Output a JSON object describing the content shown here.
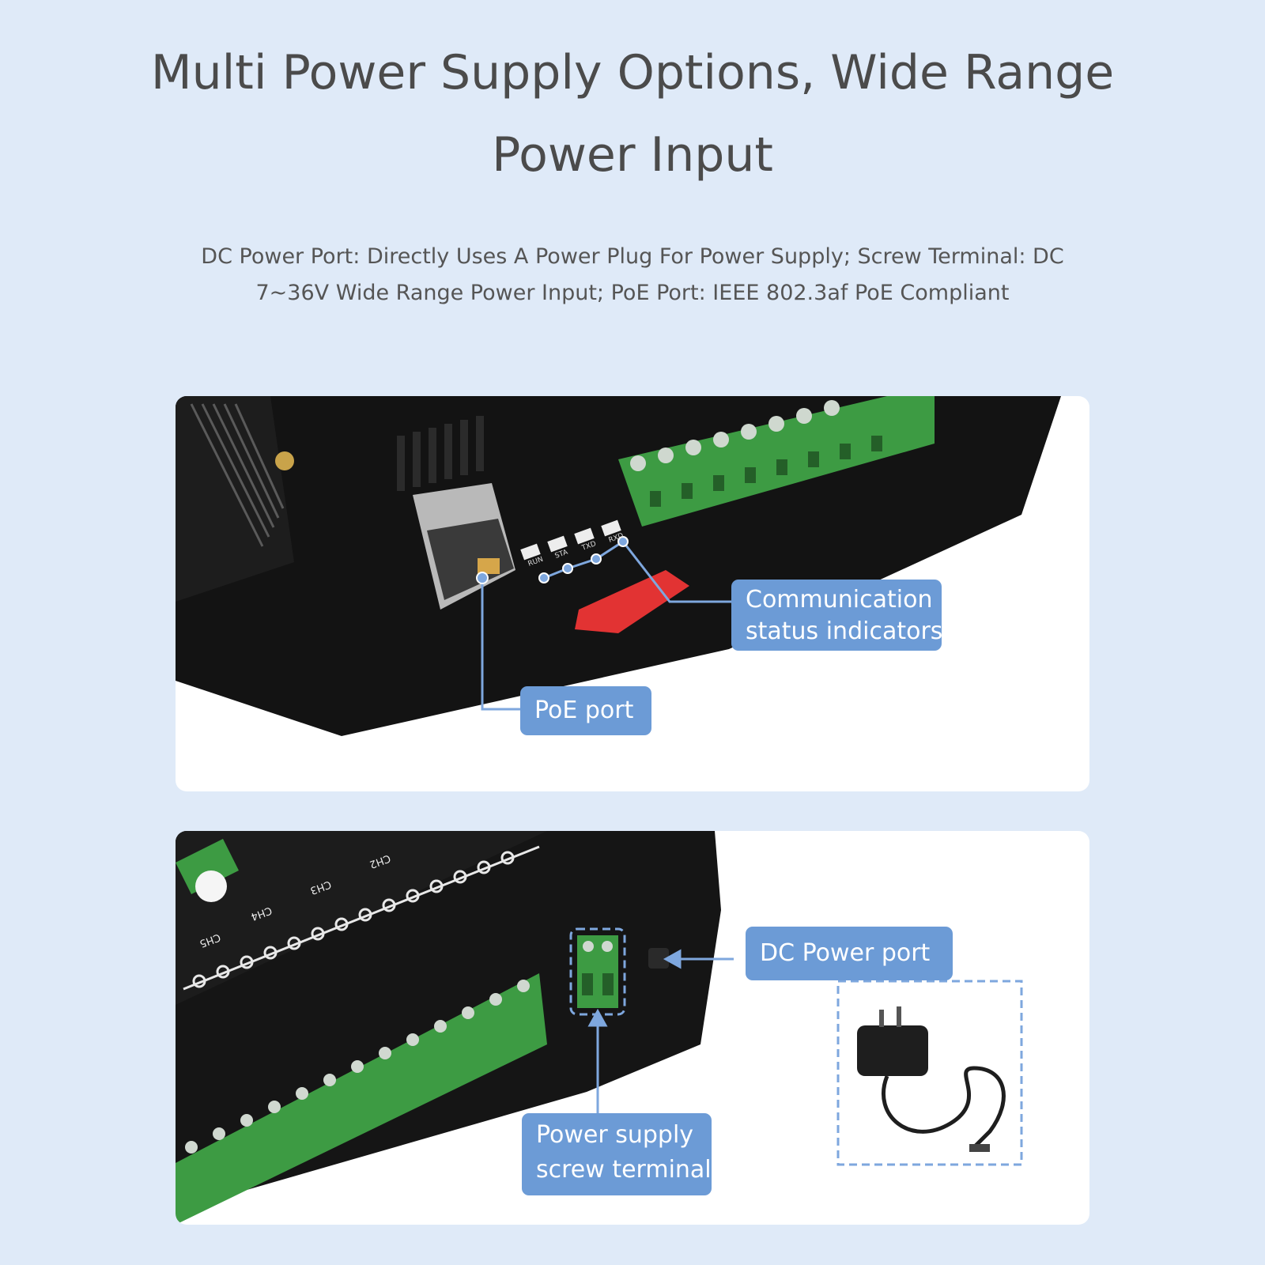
{
  "header": {
    "title_line1": "Multi Power Supply Options, Wide Range",
    "title_line2": "Power Input",
    "subtitle_line1": "DC Power Port: Directly Uses A Power Plug For Power Supply; Screw Terminal: DC",
    "subtitle_line2": "7~36V Wide Range Power Input; PoE Port: IEEE 802.3af PoE Compliant"
  },
  "panel1": {
    "callout_comm_line1": "Communication",
    "callout_comm_line2": "status indicators",
    "callout_poe": "PoE port",
    "led_labels": [
      "RUN",
      "STA",
      "TXD",
      "RXD"
    ]
  },
  "panel2": {
    "callout_dc": "DC Power port",
    "callout_screw_line1": "Power supply",
    "callout_screw_line2": "screw terminal",
    "channel_labels": [
      "CH2",
      "CH3",
      "CH4",
      "CH5"
    ]
  },
  "colors": {
    "background": "#dfeaf8",
    "callout": "#6c9bd6",
    "device_body": "#151515",
    "terminal_green": "#3d9b43",
    "din_clip_red": "#e23333"
  },
  "icons": [
    "rj45-port-icon",
    "power-adapter-icon",
    "screw-terminal-icon"
  ]
}
